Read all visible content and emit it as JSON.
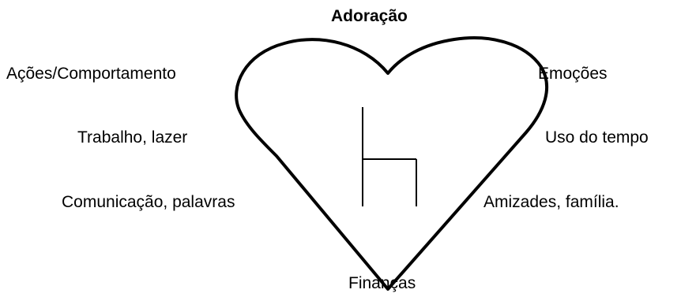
{
  "title": "Adoração",
  "labels": {
    "left": [
      "Ações/Comportamento",
      "Trabalho, lazer",
      "Comunicação, palavras"
    ],
    "right": [
      "Emoções",
      "Uso do tempo",
      "Amizades, família."
    ],
    "bottom": "Finanças"
  },
  "colors": {
    "stroke": "#000000",
    "background": "#ffffff"
  }
}
